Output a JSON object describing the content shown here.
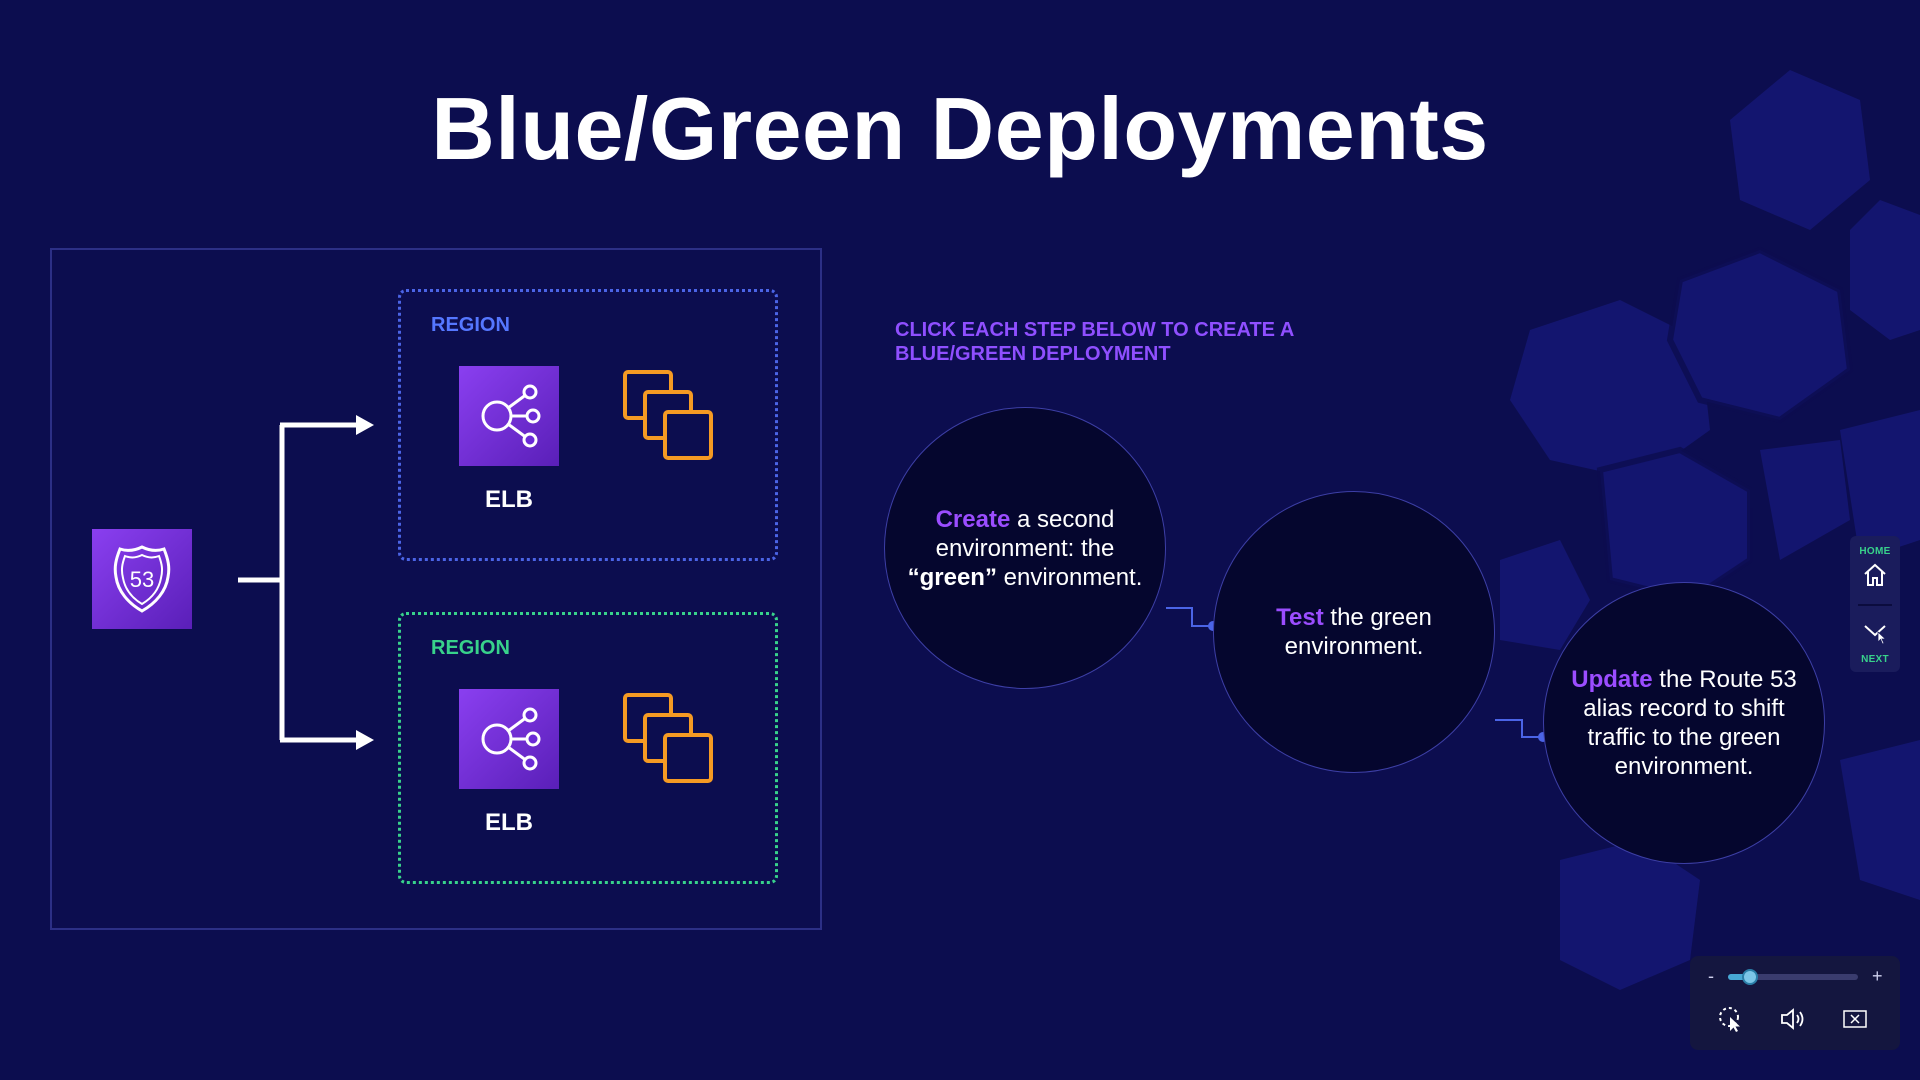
{
  "slide": {
    "title": "Blue/Green Deployments"
  },
  "diagram": {
    "route53_number": "53",
    "regions": [
      {
        "label": "REGION",
        "elb_label": "ELB",
        "color": "#4b64e6"
      },
      {
        "label": "REGION",
        "elb_label": "ELB",
        "color": "#38d28b"
      }
    ]
  },
  "instruction": "CLICK EACH STEP BELOW TO CREATE A BLUE/GREEN DEPLOYMENT",
  "steps": [
    {
      "highlight": "Create",
      "text_a": " a second environment: the ",
      "bold": "“green”",
      "text_b": " environment."
    },
    {
      "highlight": "Test",
      "text_a": " the green environment."
    },
    {
      "highlight": "Update",
      "text_a": " the Route 53 alias record to shift traffic to the green environment."
    }
  ],
  "nav": {
    "home_label": "HOME",
    "next_label": "NEXT",
    "home_icon": "home-icon",
    "next_icon": "next-icon"
  },
  "player": {
    "minus": "-",
    "plus": "+",
    "volume_level": 0.17,
    "icons": [
      "pointer-icon",
      "audio-icon",
      "close-icon"
    ]
  },
  "colors": {
    "background": "#0c0d4f",
    "accent_purple": "#9b4dff",
    "region_blue": "#4b64e6",
    "region_green": "#38d28b",
    "ec2_orange": "#f59a23"
  }
}
